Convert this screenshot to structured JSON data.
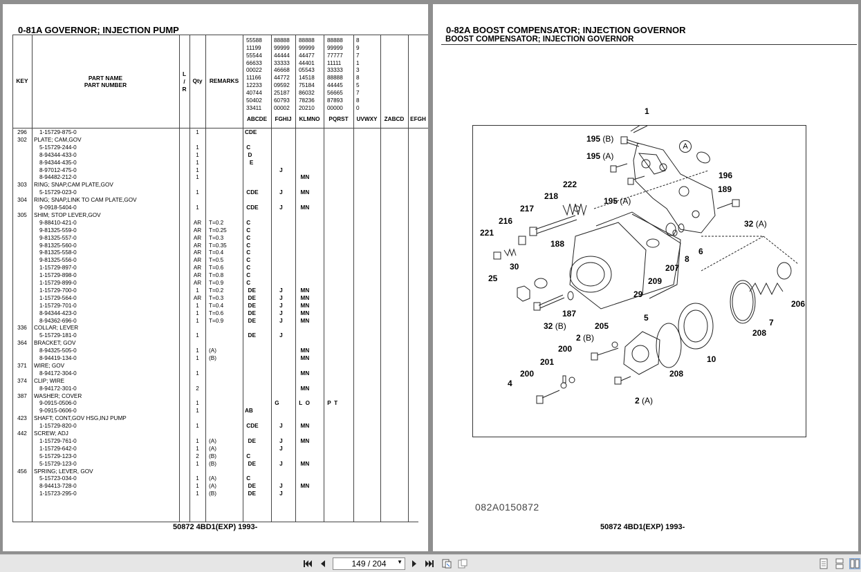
{
  "left_page": {
    "title": "0-81A  GOVERNOR; INJECTION PUMP",
    "footer": "50872 4BD1(EXP) 1993-",
    "headers": {
      "key": "KEY",
      "part_name": "PART NAME",
      "part_number": "PART NUMBER",
      "lr": "L\n/\nR",
      "qty": "Qty",
      "remarks": "REMARKS"
    },
    "code_columns": [
      "55588\n11199\n55544\n66633\n00022\n11166\n12233\n40744\n50402\n33411",
      "88888\n99999\n44444\n33333\n46668\n44772\n09592\n25187\n60793\n00002",
      "88888\n99999\n44477\n44401\n05543\n14518\n75184\n86032\n78236\n20210",
      "88888\n99999\n77777\n11111\n33333\n88888\n44445\n56665\n87893\n00000",
      "8\n9\n7\n1\n3\n8\n5\n7\n8\n0"
    ],
    "group_headers": [
      "ABCDE",
      "FGHIJ",
      "KLMNO",
      "PQRST",
      "UVWXY",
      "ZABCD",
      "EFGH"
    ],
    "rows": [
      {
        "key": "296",
        "name": "",
        "num": "1-15729-875-0",
        "qty": "1",
        "rem": "",
        "g1": "CDE",
        "g2": "",
        "g3": "",
        "g4": ""
      },
      {
        "key": "302",
        "name": "PLATE; CAM,GOV",
        "num": "",
        "qty": "",
        "rem": "",
        "g1": "",
        "g2": "",
        "g3": "",
        "g4": ""
      },
      {
        "key": "",
        "name": "",
        "num": "5-15729-244-0",
        "qty": "1",
        "rem": "",
        "g1": " C",
        "g2": "",
        "g3": "",
        "g4": ""
      },
      {
        "key": "",
        "name": "",
        "num": "8-94344-433-0",
        "qty": "1",
        "rem": "",
        "g1": "  D",
        "g2": "",
        "g3": "",
        "g4": ""
      },
      {
        "key": "",
        "name": "",
        "num": "8-94344-435-0",
        "qty": "1",
        "rem": "",
        "g1": "   E",
        "g2": "",
        "g3": "",
        "g4": ""
      },
      {
        "key": "",
        "name": "",
        "num": "8-97012-475-0",
        "qty": "1",
        "rem": "",
        "g1": "",
        "g2": "    J",
        "g3": "",
        "g4": ""
      },
      {
        "key": "",
        "name": "",
        "num": "8-94482-212-0",
        "qty": "1",
        "rem": "",
        "g1": "",
        "g2": "",
        "g3": "  MN",
        "g4": ""
      },
      {
        "key": "303",
        "name": "RING; SNAP,CAM PLATE,GOV",
        "num": "",
        "qty": "",
        "rem": "",
        "g1": "",
        "g2": "",
        "g3": "",
        "g4": ""
      },
      {
        "key": "",
        "name": "",
        "num": "5-15729-023-0",
        "qty": "1",
        "rem": "",
        "g1": " CDE",
        "g2": "    J",
        "g3": "  MN",
        "g4": ""
      },
      {
        "key": "304",
        "name": "RING; SNAP,LINK TO CAM PLATE,GOV",
        "num": "",
        "qty": "",
        "rem": "",
        "g1": "",
        "g2": "",
        "g3": "",
        "g4": ""
      },
      {
        "key": "",
        "name": "",
        "num": "9-0918-5404-0",
        "qty": "1",
        "rem": "",
        "g1": " CDE",
        "g2": "    J",
        "g3": "  MN",
        "g4": ""
      },
      {
        "key": "305",
        "name": "SHIM; STOP LEVER,GOV",
        "num": "",
        "qty": "",
        "rem": "",
        "g1": "",
        "g2": "",
        "g3": "",
        "g4": ""
      },
      {
        "key": "",
        "name": "",
        "num": "9-88410-421-0",
        "qty": "AR",
        "rem": "T=0.2",
        "g1": " C",
        "g2": "",
        "g3": "",
        "g4": ""
      },
      {
        "key": "",
        "name": "",
        "num": "9-81325-559-0",
        "qty": "AR",
        "rem": "T=0.25",
        "g1": " C",
        "g2": "",
        "g3": "",
        "g4": ""
      },
      {
        "key": "",
        "name": "",
        "num": "9-81325-557-0",
        "qty": "AR",
        "rem": "T=0.3",
        "g1": " C",
        "g2": "",
        "g3": "",
        "g4": ""
      },
      {
        "key": "",
        "name": "",
        "num": "9-81325-560-0",
        "qty": "AR",
        "rem": "T=0.35",
        "g1": " C",
        "g2": "",
        "g3": "",
        "g4": ""
      },
      {
        "key": "",
        "name": "",
        "num": "9-81325-558-0",
        "qty": "AR",
        "rem": "T=0.4",
        "g1": " C",
        "g2": "",
        "g3": "",
        "g4": ""
      },
      {
        "key": "",
        "name": "",
        "num": "9-81325-556-0",
        "qty": "AR",
        "rem": "T=0.5",
        "g1": " C",
        "g2": "",
        "g3": "",
        "g4": ""
      },
      {
        "key": "",
        "name": "",
        "num": "1-15729-897-0",
        "qty": "AR",
        "rem": "T=0.6",
        "g1": " C",
        "g2": "",
        "g3": "",
        "g4": ""
      },
      {
        "key": "",
        "name": "",
        "num": "1-15729-898-0",
        "qty": "AR",
        "rem": "T=0.8",
        "g1": " C",
        "g2": "",
        "g3": "",
        "g4": ""
      },
      {
        "key": "",
        "name": "",
        "num": "1-15729-899-0",
        "qty": "AR",
        "rem": "T=0.9",
        "g1": " C",
        "g2": "",
        "g3": "",
        "g4": ""
      },
      {
        "key": "",
        "name": "",
        "num": "1-15729-700-0",
        "qty": "1",
        "rem": "T=0.2",
        "g1": "  DE",
        "g2": "    J",
        "g3": "  MN",
        "g4": ""
      },
      {
        "key": "",
        "name": "",
        "num": "1-15729-564-0",
        "qty": "AR",
        "rem": "T=0.3",
        "g1": "  DE",
        "g2": "    J",
        "g3": "  MN",
        "g4": ""
      },
      {
        "key": "",
        "name": "",
        "num": "1-15729-701-0",
        "qty": "1",
        "rem": "T=0.4",
        "g1": "  DE",
        "g2": "    J",
        "g3": "  MN",
        "g4": ""
      },
      {
        "key": "",
        "name": "",
        "num": "8-94344-423-0",
        "qty": "1",
        "rem": "T=0.6",
        "g1": "  DE",
        "g2": "    J",
        "g3": "  MN",
        "g4": ""
      },
      {
        "key": "",
        "name": "",
        "num": "8-94362-696-0",
        "qty": "1",
        "rem": "T=0.9",
        "g1": "  DE",
        "g2": "    J",
        "g3": "  MN",
        "g4": ""
      },
      {
        "key": "336",
        "name": "COLLAR; LEVER",
        "num": "",
        "qty": "",
        "rem": "",
        "g1": "",
        "g2": "",
        "g3": "",
        "g4": ""
      },
      {
        "key": "",
        "name": "",
        "num": "5-15729-181-0",
        "qty": "1",
        "rem": "",
        "g1": "  DE",
        "g2": "    J",
        "g3": "",
        "g4": ""
      },
      {
        "key": "364",
        "name": "BRACKET; GOV",
        "num": "",
        "qty": "",
        "rem": "",
        "g1": "",
        "g2": "",
        "g3": "",
        "g4": ""
      },
      {
        "key": "",
        "name": "",
        "num": "8-94325-505-0",
        "qty": "1",
        "rem": "(A)",
        "g1": "",
        "g2": "",
        "g3": "  MN",
        "g4": ""
      },
      {
        "key": "",
        "name": "",
        "num": "8-94419-134-0",
        "qty": "1",
        "rem": "(B)",
        "g1": "",
        "g2": "",
        "g3": "  MN",
        "g4": ""
      },
      {
        "key": "371",
        "name": "WIRE; GOV",
        "num": "",
        "qty": "",
        "rem": "",
        "g1": "",
        "g2": "",
        "g3": "",
        "g4": ""
      },
      {
        "key": "",
        "name": "",
        "num": "8-94172-304-0",
        "qty": "1",
        "rem": "",
        "g1": "",
        "g2": "",
        "g3": "  MN",
        "g4": ""
      },
      {
        "key": "374",
        "name": "CLIP; WIRE",
        "num": "",
        "qty": "",
        "rem": "",
        "g1": "",
        "g2": "",
        "g3": "",
        "g4": ""
      },
      {
        "key": "",
        "name": "",
        "num": "8-94172-301-0",
        "qty": "2",
        "rem": "",
        "g1": "",
        "g2": "",
        "g3": "  MN",
        "g4": ""
      },
      {
        "key": "387",
        "name": "WASHER; COVER",
        "num": "",
        "qty": "",
        "rem": "",
        "g1": "",
        "g2": "",
        "g3": "",
        "g4": ""
      },
      {
        "key": "",
        "name": "",
        "num": "9-0915-0506-0",
        "qty": "1",
        "rem": "",
        "g1": "",
        "g2": " G",
        "g3": " L  O",
        "g4": " P  T"
      },
      {
        "key": "",
        "name": "",
        "num": "9-0915-0606-0",
        "qty": "1",
        "rem": "",
        "g1": "AB",
        "g2": "",
        "g3": "",
        "g4": ""
      },
      {
        "key": "423",
        "name": "SHAFT; CONT,GOV HSG,INJ PUMP",
        "num": "",
        "qty": "",
        "rem": "",
        "g1": "",
        "g2": "",
        "g3": "",
        "g4": ""
      },
      {
        "key": "",
        "name": "",
        "num": "1-15729-820-0",
        "qty": "1",
        "rem": "",
        "g1": " CDE",
        "g2": "    J",
        "g3": "  MN",
        "g4": ""
      },
      {
        "key": "442",
        "name": "SCREW; ADJ",
        "num": "",
        "qty": "",
        "rem": "",
        "g1": "",
        "g2": "",
        "g3": "",
        "g4": ""
      },
      {
        "key": "",
        "name": "",
        "num": "1-15729-761-0",
        "qty": "1",
        "rem": "(A)",
        "g1": "  DE",
        "g2": "    J",
        "g3": "  MN",
        "g4": ""
      },
      {
        "key": "",
        "name": "",
        "num": "1-15729-642-0",
        "qty": "1",
        "rem": "(A)",
        "g1": "",
        "g2": "    J",
        "g3": "",
        "g4": ""
      },
      {
        "key": "",
        "name": "",
        "num": "5-15729-123-0",
        "qty": "2",
        "rem": "(B)",
        "g1": " C",
        "g2": "",
        "g3": "",
        "g4": ""
      },
      {
        "key": "",
        "name": "",
        "num": "5-15729-123-0",
        "qty": "1",
        "rem": "(B)",
        "g1": "  DE",
        "g2": "    J",
        "g3": "  MN",
        "g4": ""
      },
      {
        "key": "456",
        "name": "SPRING; LEVER, GOV",
        "num": "",
        "qty": "",
        "rem": "",
        "g1": "",
        "g2": "",
        "g3": "",
        "g4": ""
      },
      {
        "key": "",
        "name": "",
        "num": "5-15723-034-0",
        "qty": "1",
        "rem": "(A)",
        "g1": " C",
        "g2": "",
        "g3": "",
        "g4": ""
      },
      {
        "key": "",
        "name": "",
        "num": "8-94413-728-0",
        "qty": "1",
        "rem": "(A)",
        "g1": "  DE",
        "g2": "    J",
        "g3": "  MN",
        "g4": ""
      },
      {
        "key": "",
        "name": "",
        "num": "1-15723-295-0",
        "qty": "1",
        "rem": "(B)",
        "g1": "  DE",
        "g2": "    J",
        "g3": "",
        "g4": ""
      }
    ]
  },
  "right_page": {
    "title": "0-82A  BOOST COMPENSATOR; INJECTION GOVERNOR",
    "subtitle": "BOOST COMPENSATOR; INJECTION GOVERNOR",
    "catalog_code": "082A0150872",
    "footer": "50872 4BD1(EXP) 1993-",
    "callouts": [
      {
        "num": "1",
        "tag": ""
      },
      {
        "num": "195",
        "tag": "(B)"
      },
      {
        "num": "195",
        "tag": "(A)"
      },
      {
        "num": "195",
        "tag": "(A)"
      },
      {
        "num": "196",
        "tag": ""
      },
      {
        "num": "189",
        "tag": ""
      },
      {
        "num": "222",
        "tag": ""
      },
      {
        "num": "218",
        "tag": ""
      },
      {
        "num": "217",
        "tag": ""
      },
      {
        "num": "216",
        "tag": ""
      },
      {
        "num": "221",
        "tag": ""
      },
      {
        "num": "32",
        "tag": "(A)"
      },
      {
        "num": "188",
        "tag": ""
      },
      {
        "num": "6",
        "tag": ""
      },
      {
        "num": "8",
        "tag": ""
      },
      {
        "num": "207",
        "tag": ""
      },
      {
        "num": "30",
        "tag": ""
      },
      {
        "num": "209",
        "tag": ""
      },
      {
        "num": "25",
        "tag": ""
      },
      {
        "num": "29",
        "tag": ""
      },
      {
        "num": "206",
        "tag": ""
      },
      {
        "num": "187",
        "tag": ""
      },
      {
        "num": "32",
        "tag": "(B)"
      },
      {
        "num": "205",
        "tag": ""
      },
      {
        "num": "5",
        "tag": ""
      },
      {
        "num": "7",
        "tag": ""
      },
      {
        "num": "208",
        "tag": ""
      },
      {
        "num": "2",
        "tag": "(B)"
      },
      {
        "num": "200",
        "tag": ""
      },
      {
        "num": "10",
        "tag": ""
      },
      {
        "num": "201",
        "tag": ""
      },
      {
        "num": "200",
        "tag": ""
      },
      {
        "num": "208",
        "tag": ""
      },
      {
        "num": "4",
        "tag": ""
      },
      {
        "num": "2",
        "tag": "(A)"
      }
    ],
    "circled_letter": "A"
  },
  "toolbar": {
    "page_indicator": "149 / 204",
    "first_icon": "first-page-icon",
    "prev_icon": "prev-page-icon",
    "next_icon": "next-page-icon",
    "last_icon": "last-page-icon"
  }
}
